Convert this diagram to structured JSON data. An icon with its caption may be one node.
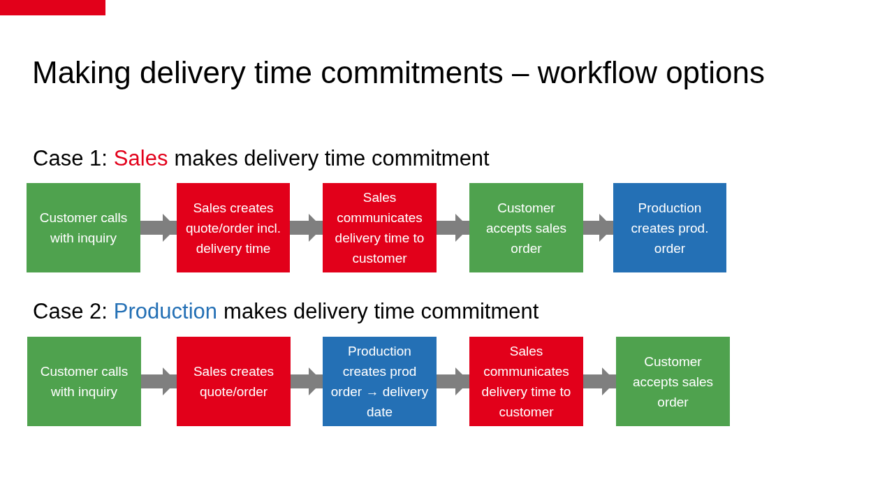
{
  "diagram": {
    "title": "Making delivery time commitments – workflow options",
    "nodes": [
      {
        "text": [
          "Customer calls with inquiry"
        ]
      },
      {
        "text": [
          "Sales creates quote/order incl. delivery time"
        ]
      },
      {
        "text": [
          "Sales communicates delivery time to customer"
        ]
      },
      {
        "text": [
          "Customer accepts sales order"
        ]
      },
      {
        "text": [
          "Production creates prod. order"
        ]
      },
      {
        "text": [
          "Customer calls with inquiry"
        ]
      },
      {
        "text": [
          "Sales creates quote/order"
        ]
      },
      {
        "text": [
          "Production creates prod order → delivery date"
        ]
      },
      {
        "text": [
          "Sales communicates delivery time to customer"
        ]
      },
      {
        "text": [
          "Customer accepts sales order"
        ]
      }
    ],
    "edges": [
      {
        "from": 0,
        "to": 1,
        "arrow": "to"
      },
      {
        "from": 1,
        "to": 2,
        "arrow": "to"
      },
      {
        "from": 2,
        "to": 3,
        "arrow": "to"
      },
      {
        "from": 3,
        "to": 4,
        "arrow": "to"
      },
      {
        "from": 5,
        "to": 6,
        "arrow": "to"
      },
      {
        "from": 6,
        "to": 7,
        "arrow": "to"
      },
      {
        "from": 7,
        "to": 8,
        "arrow": "to"
      },
      {
        "from": 8,
        "to": 9,
        "arrow": "to"
      }
    ],
    "labels": [
      "Case 1:",
      "Sales",
      "makes delivery time commitment",
      "Case 2:",
      "Production",
      "makes delivery time commitment"
    ]
  }
}
